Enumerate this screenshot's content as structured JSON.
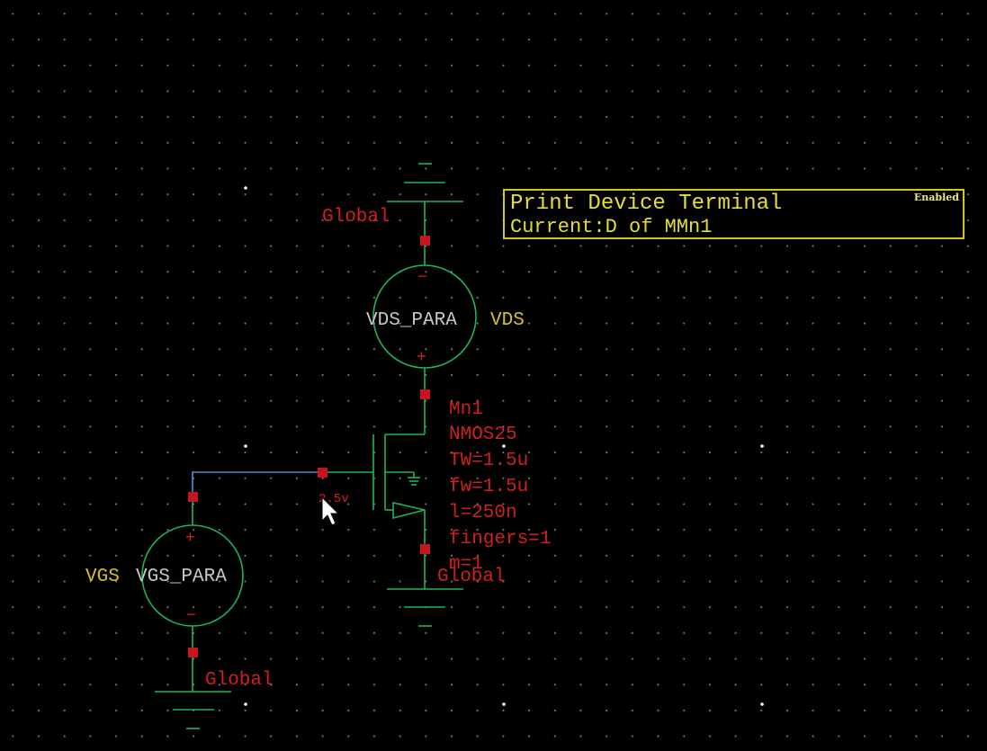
{
  "schematic": {
    "probe": {
      "line1": "Print Device Terminal",
      "line2": "Current:D of MMn1",
      "status": "Enabled"
    },
    "labels": {
      "global_top": "Global",
      "global_bottom_left": "Global",
      "global_bottom_right": "Global",
      "vds_param": "VDS_PARA",
      "vds_name": "VDS",
      "vgs_name": "VGS",
      "vgs_param": "VGS_PARA",
      "wire_voltage": "2.5v"
    },
    "source_signs": {
      "vds_top": "−",
      "vds_bottom": "+",
      "vgs_top": "+",
      "vgs_bottom": "−"
    },
    "transistor": {
      "name": "Mn1",
      "model": "NMOS25",
      "tw": "TW=1.5u",
      "fw": "fw=1.5u",
      "length": "l=250n",
      "fingers": "fingers=1",
      "multiplier": "m=1"
    },
    "colors": {
      "background": "#000000",
      "symbol": "#1fb45a",
      "wire": "#4f8fd6",
      "pin": "#c8141e",
      "label_red": "#d0201e",
      "label_yellow": "#d8c02a",
      "label_white": "#c8c8c8"
    }
  }
}
